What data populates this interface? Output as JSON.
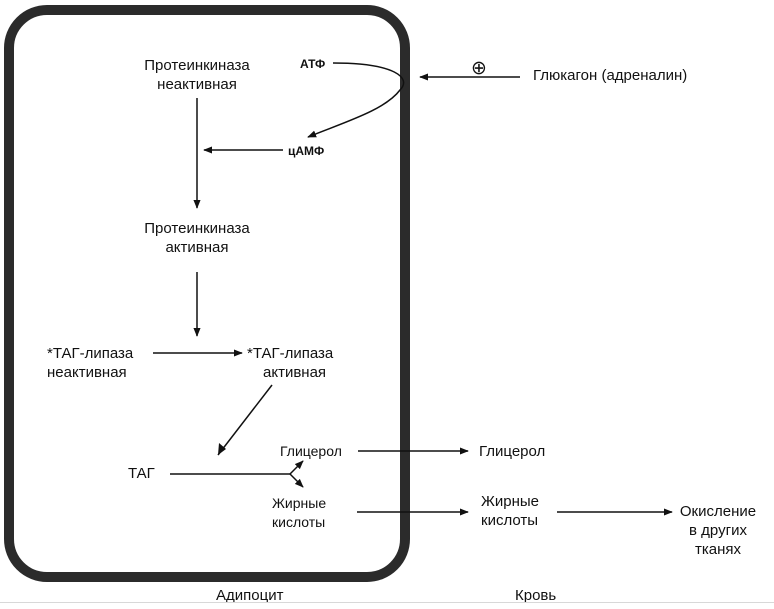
{
  "diagram": {
    "cell_label": "Адипоцит",
    "blood_label": "Кровь",
    "nodes": {
      "pk_inactive": [
        "Протеинкиназа",
        "неактивная"
      ],
      "pk_active": [
        "Протеинкиназа",
        "активная"
      ],
      "atp": "АТФ",
      "camp": "цАМФ",
      "hormone": "Глюкагон (адреналин)",
      "plus_symbol": "⊕",
      "lipase_inactive": [
        "*ТАГ-липаза",
        "неактивная"
      ],
      "lipase_active": [
        "*ТАГ-липаза",
        "активная"
      ],
      "tag": "ТАГ",
      "glycerol_in": "Глицерол",
      "fa_in": [
        "Жирные",
        "кислоты"
      ],
      "glycerol_out": "Глицерол",
      "fa_out": [
        "Жирные",
        "кислоты"
      ],
      "oxidation": [
        "Окисление",
        "в других",
        "тканях"
      ]
    },
    "colors": {
      "ink": "#111111",
      "cell_border": "#2b2b2b"
    }
  }
}
